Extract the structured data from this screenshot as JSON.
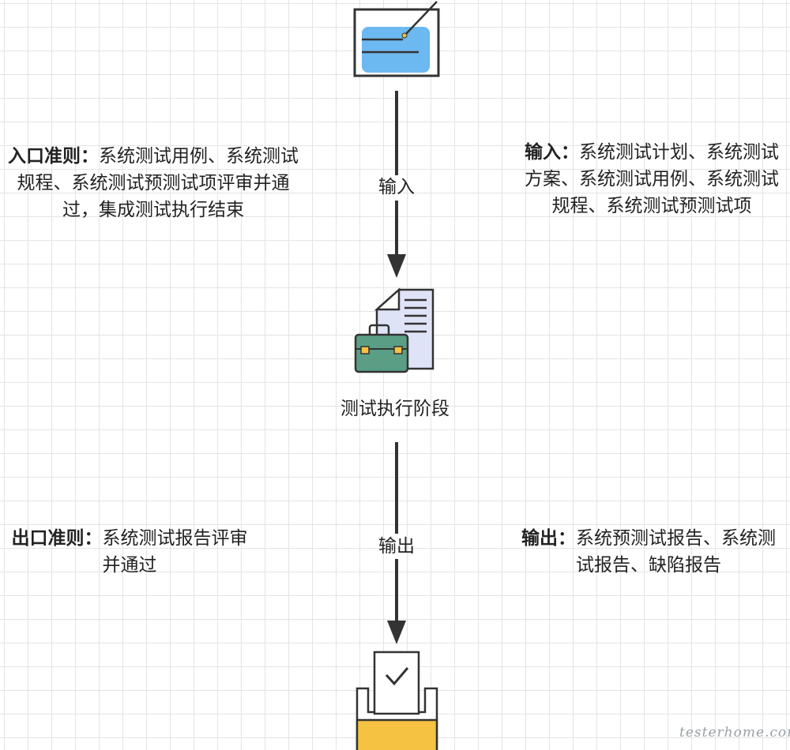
{
  "notes": {
    "entry": {
      "heading": "入口准则：",
      "body": "系统测试用例、系统测试规程、系统测试预测试项评审并通过，集成测试执行结束"
    },
    "input": {
      "heading": "输入：",
      "body": "系统测试计划、系统测试方案、系统测试用例、系统测试规程、系统测试预测试项"
    },
    "exit": {
      "heading": "出口准则：",
      "body": "系统测试报告评审并通过"
    },
    "output": {
      "heading": "输出：",
      "body": "系统预测试报告、系统测试报告、缺陷报告"
    }
  },
  "arrows": {
    "input_label": "输入",
    "output_label": "输出"
  },
  "stage": {
    "label": "测试执行阶段"
  },
  "watermark": "testerhome.com",
  "icons": {
    "top": "planning-board-icon",
    "middle": "briefcase-document-icon",
    "bottom": "ballot-box-check-icon"
  },
  "colors": {
    "arrow": "#333333",
    "board_fill": "#6cb8f0",
    "briefcase": "#5a9e86",
    "document": "#dfe3f7",
    "box": "#f5c242"
  }
}
